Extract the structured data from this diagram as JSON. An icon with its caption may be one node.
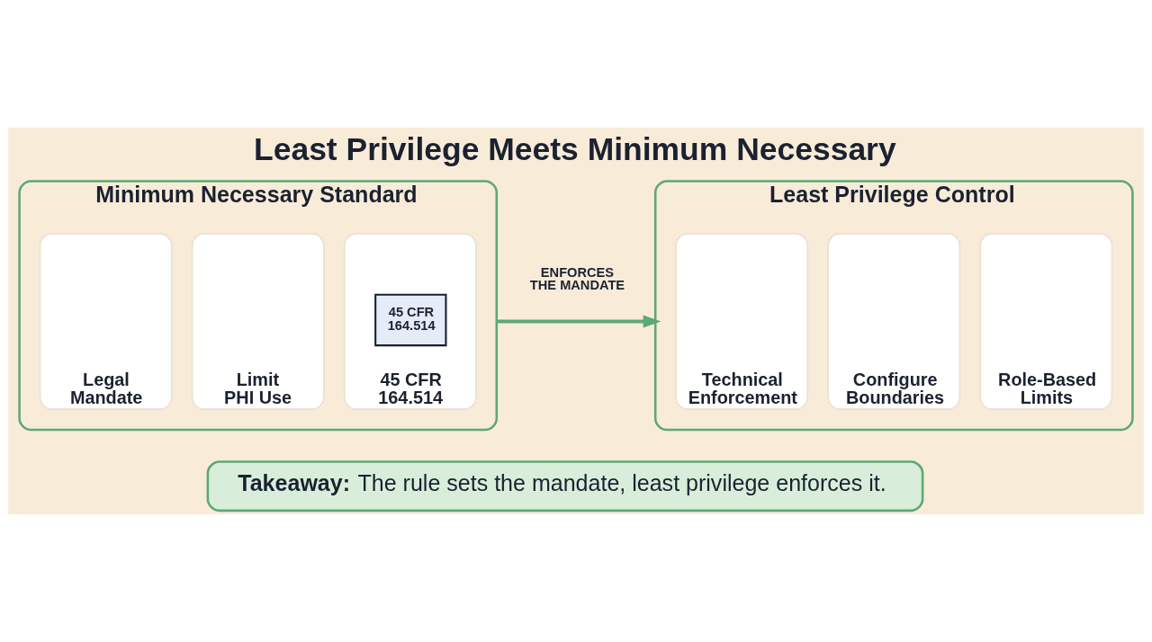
{
  "diagram": {
    "title": "Least Privilege Meets Minimum Necessary",
    "nodes": [
      {
        "text": [
          "Minimum Necessary Standard"
        ]
      },
      {
        "text": [
          "Legal Mandate"
        ],
        "in": 0
      },
      {
        "text": [
          "Limit PHI Use"
        ],
        "in": 0
      },
      {
        "text": [
          "45 CFR 164.514",
          "45 CFR 164.514"
        ],
        "in": 0
      },
      {
        "text": [
          "Least Privilege Control"
        ]
      },
      {
        "text": [
          "Technical Enforcement"
        ],
        "in": 4
      },
      {
        "text": [
          "Configure Boundaries"
        ],
        "in": 4
      },
      {
        "text": [
          "Role-Based Limits"
        ],
        "in": 4
      },
      {
        "text": [
          "**Takeaway:** The rule sets the mandate, least privilege enforces it."
        ]
      }
    ],
    "edges": [
      {
        "from": 0,
        "to": 4,
        "arrow": "to",
        "label": "ENFORCES THE MANDATE"
      }
    ]
  }
}
